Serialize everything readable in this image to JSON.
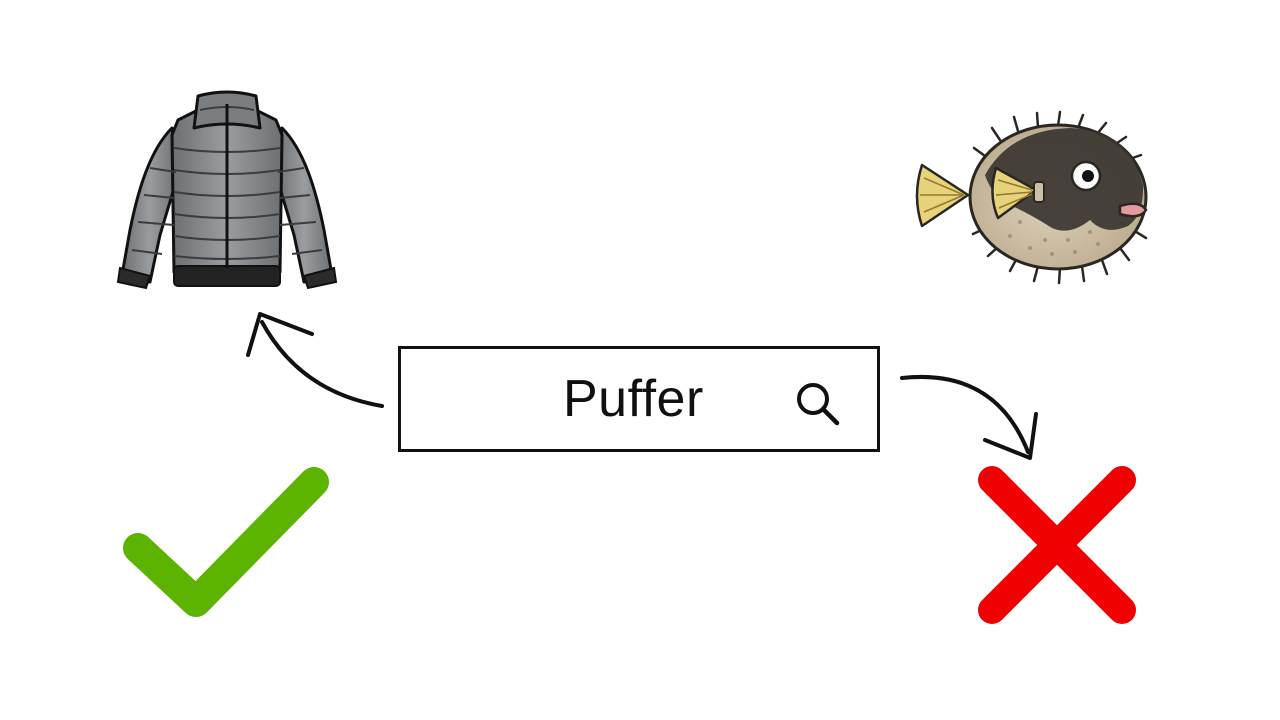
{
  "search": {
    "query": "Puffer",
    "icon": "search-icon"
  },
  "options": [
    {
      "name": "puffer-jacket",
      "icon": "jacket-icon",
      "verdict": "correct",
      "mark_icon": "check-icon",
      "mark_color": "#5cb300"
    },
    {
      "name": "pufferfish",
      "icon": "pufferfish-icon",
      "verdict": "wrong",
      "mark_icon": "cross-icon",
      "mark_color": "#f00000"
    }
  ],
  "colors": {
    "stroke": "#111111",
    "jacket_body": "#8a8d90",
    "jacket_dark": "#2b2b2b",
    "fish_body": "#cdbfa6",
    "fish_dark": "#3a3530",
    "fish_fin": "#e8d27a"
  }
}
